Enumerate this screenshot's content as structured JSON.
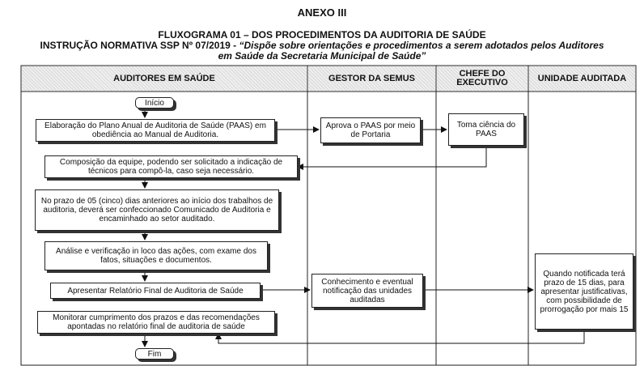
{
  "header": {
    "annex": "ANEXO III",
    "flowchart_title": "FLUXOGRAMA 01 – DOS PROCEDIMENTOS DA AUDITORIA DE SAÚDE",
    "instruction_prefix": "INSTRUÇÃO NORMATIVA SSP Nº 07/2019 - ",
    "instruction_line1_italic": "“Dispõe sobre orientações e procedimentos a serem adotados pelos Auditores",
    "instruction_line2_italic": "em Saúde da Secretaria Municipal de Saúde”"
  },
  "lanes": [
    {
      "label": "AUDITORES EM SAÚDE"
    },
    {
      "label": "GESTOR DA SEMUS"
    },
    {
      "label": "CHEFE DO EXECUTIVO"
    },
    {
      "label": "UNIDADE AUDITADA"
    }
  ],
  "steps": {
    "start": "Início",
    "plan": "Elaboração do Plano Anual de Auditoria de Saúde (PAAS) em obediência ao Manual de Auditoria.",
    "approve": "Aprova o PAAS por meio de Portaria",
    "aware": "Toma ciência do PAAS",
    "team": "Composição da equipe, podendo ser solicitado a indicação de técnicos para compô-la, caso seja necessário.",
    "notice": "No prazo de 05 (cinco) dias anteriores ao início dos trabalhos de auditoria, deverá ser confeccionado Comunicado de Auditoria e encaminhado ao setor auditado.",
    "analysis": "Análise e verificação in loco das ações, com exame dos fatos, situações e documentos.",
    "report": "Apresentar Relatório Final de Auditoria de Saúde",
    "knowledge": "Conhecimento e eventual notificação das unidades auditadas",
    "notified": "Quando notificada terá prazo de 15 dias, para apresentar justificativas, com possibilidade de prorrogação por mais 15",
    "monitor": "Monitorar cumprimento dos prazos e das recomendações apontadas no relatório final de auditoria de saúde",
    "end": "Fim"
  }
}
